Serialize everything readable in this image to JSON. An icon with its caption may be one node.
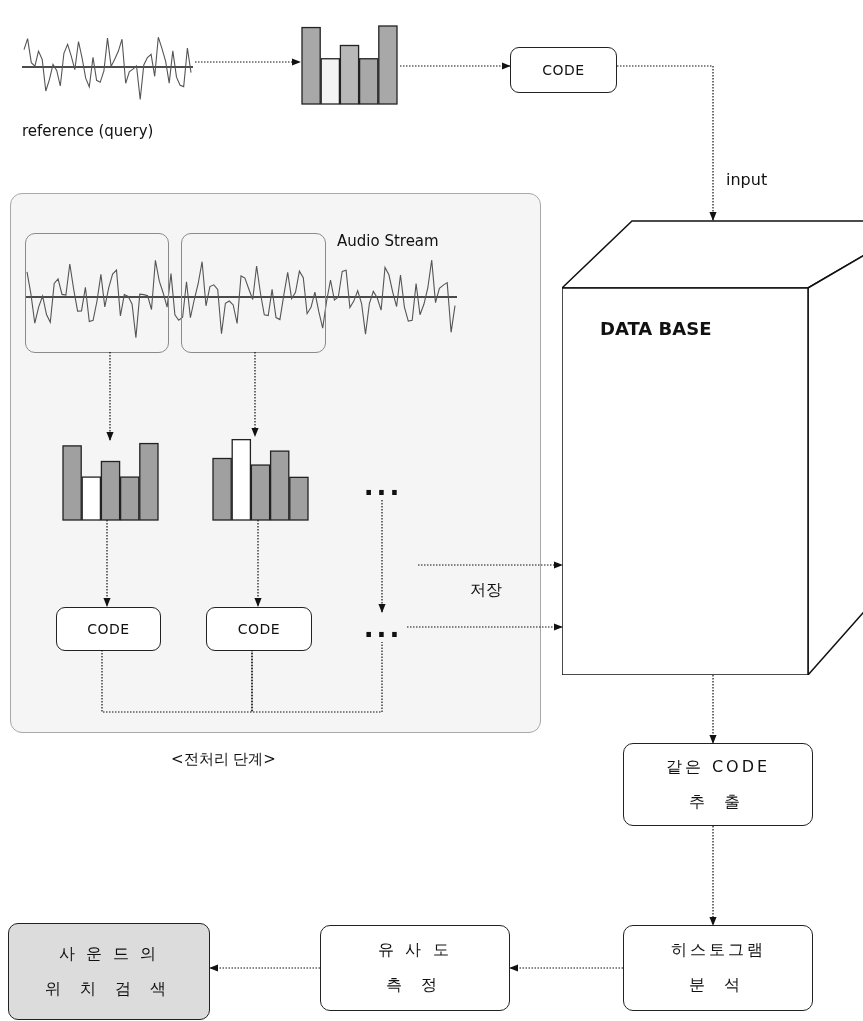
{
  "diagram": {
    "nodes": [
      {
        "text": [],
        "shape": "picture",
        "beside": [
          "reference (query)"
        ]
      },
      {
        "text": [],
        "shape": "bar"
      },
      {
        "text": [
          "CODE"
        ]
      },
      {
        "text": [
          "DATA BASE"
        ]
      },
      {
        "text": [
          "Audio Stream"
        ],
        "beside": [
          "<전처리 단계>"
        ]
      },
      {
        "text": [],
        "shape": "box",
        "in": 4
      },
      {
        "text": [],
        "shape": "box",
        "in": 4
      },
      {
        "text": [],
        "shape": "bar",
        "in": 4
      },
      {
        "text": [],
        "shape": "bar",
        "in": 4
      },
      {
        "text": [
          "..."
        ],
        "in": 4
      },
      {
        "text": [
          "CODE"
        ],
        "in": 4
      },
      {
        "text": [
          "CODE"
        ],
        "in": 4
      },
      {
        "text": [
          "..."
        ],
        "in": 4
      },
      {
        "text": [
          "같은 CODE",
          "추 출"
        ]
      },
      {
        "text": [
          "히스토그램",
          "분 석"
        ]
      },
      {
        "text": [
          "유 사 도",
          "측 정"
        ]
      },
      {
        "text": [
          "사 운 드 의",
          "위 치 검 색"
        ]
      }
    ],
    "edges": [
      {
        "from": 0,
        "to": 1,
        "arrow": "to"
      },
      {
        "from": 1,
        "to": 2,
        "arrow": "to"
      },
      {
        "from": 2,
        "to": 3,
        "arrow": "to",
        "label": "input"
      },
      {
        "from": 5,
        "to": 7,
        "arrow": "to"
      },
      {
        "from": 6,
        "to": 8,
        "arrow": "to"
      },
      {
        "from": 7,
        "to": 10,
        "arrow": "to"
      },
      {
        "from": 8,
        "to": 11,
        "arrow": "to"
      },
      {
        "from": 9,
        "to": 12,
        "arrow": "to"
      },
      {
        "from": null,
        "to": 3,
        "arrow": "to"
      },
      {
        "from": 12,
        "to": 3,
        "arrow": "to"
      },
      {
        "from": 10,
        "to": 11,
        "arrow": "none"
      },
      {
        "from": 11,
        "to": 12,
        "arrow": "none"
      },
      {
        "from": 3,
        "to": 13,
        "arrow": "to"
      },
      {
        "from": 13,
        "to": 14,
        "arrow": "to"
      },
      {
        "from": 14,
        "to": 15,
        "arrow": "to"
      },
      {
        "from": 15,
        "to": 16,
        "arrow": "to"
      }
    ],
    "labels": [
      "저장"
    ]
  }
}
